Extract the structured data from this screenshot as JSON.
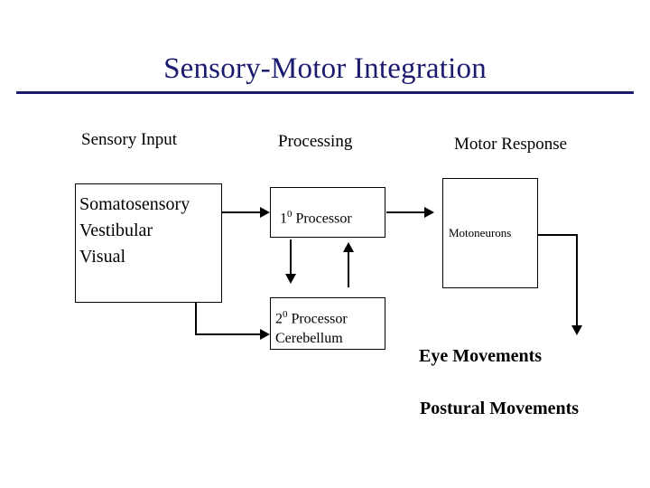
{
  "slide": {
    "title": "Sensory-Motor Integration",
    "accent_color": "#1a1a6e",
    "headings": {
      "sensory": "Sensory Input",
      "processing": "Processing",
      "motor": "Motor Response"
    },
    "boxes": {
      "sensory_input": {
        "lines": [
          "Somatosensory",
          "Vestibular",
          "Visual"
        ]
      },
      "primary_processor": {
        "label_prefix": "1",
        "label_sup": "0",
        "label_suffix": " Processor"
      },
      "secondary_processor": {
        "label_prefix": "2",
        "label_sup": "0",
        "label_suffix": " Processor",
        "line2": "Cerebellum"
      },
      "motoneurons": {
        "label": "Motoneurons"
      }
    },
    "outputs": {
      "eye_movements": "Eye Movements",
      "postural_movements": "Postural Movements"
    }
  }
}
